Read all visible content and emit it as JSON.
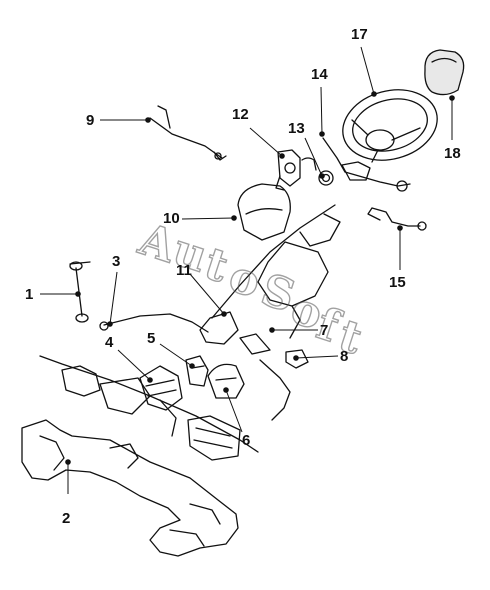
{
  "diagram": {
    "colors": {
      "line": "#111111",
      "dot": "#111111",
      "watermark": "#555555",
      "background": "#ffffff"
    },
    "watermark_text": "AutoSoft",
    "part_labels": [
      "1",
      "2",
      "3",
      "4",
      "5",
      "6",
      "7",
      "8",
      "9",
      "10",
      "11",
      "12",
      "13",
      "14",
      "15",
      "17",
      "18"
    ]
  }
}
